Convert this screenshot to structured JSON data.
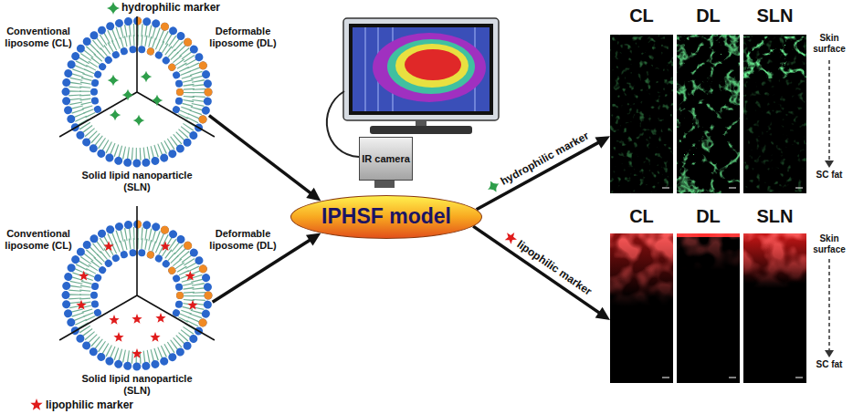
{
  "diagram": {
    "nodes": [
      {
        "text": [
          "hydrophilic marker",
          "Conventional liposome (CL)",
          "Deformable liposome (DL)",
          "Solid lipid nanoparticle (SLN)"
        ]
      },
      {
        "text": [
          "Conventional liposome (CL)",
          "Deformable liposome (DL)",
          "Solid lipid nanoparticle (SLN)",
          "lipophilic marker"
        ]
      },
      {
        "text": [
          "IR camera"
        ]
      },
      {
        "text": [
          "IPHSF model"
        ]
      },
      {
        "text": [
          "CL",
          "DL",
          "SLN",
          "Skin surface",
          "SC fat"
        ]
      },
      {
        "text": [
          "CL",
          "DL",
          "SLN",
          "Skin surface",
          "SC fat"
        ]
      }
    ],
    "edges": [
      {
        "from": 0,
        "to": 3,
        "arrow": "to"
      },
      {
        "from": 1,
        "to": 3,
        "arrow": "to"
      },
      {
        "from": 3,
        "to": 4,
        "label": "hydrophilic marker",
        "arrow": "to"
      },
      {
        "from": 3,
        "to": 5,
        "label": "lipophilic marker",
        "arrow": "to"
      }
    ]
  }
}
